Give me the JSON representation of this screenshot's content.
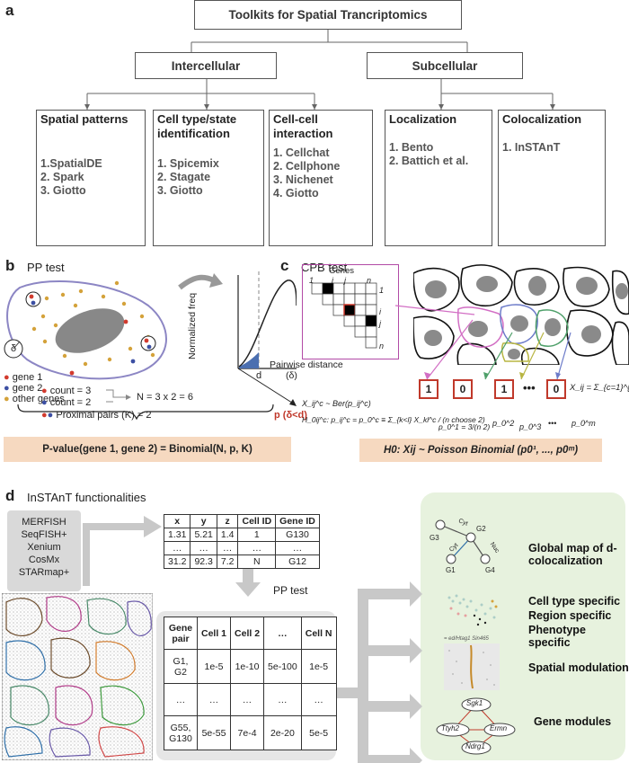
{
  "panel_a": {
    "letter": "a",
    "root": "Toolkits for Spatial Trancriptomics",
    "categories": [
      "Intercellular",
      "Subcellular"
    ],
    "columns": [
      {
        "title": [
          "Spatial patterns"
        ],
        "items": [
          "1.SpatialDE",
          "2. Spark",
          "3. Giotto"
        ]
      },
      {
        "title": [
          "Cell type/state",
          "identification"
        ],
        "items": [
          "1. Spicemix",
          "2. Stagate",
          "3. Giotto"
        ]
      },
      {
        "title": [
          "Cell-cell",
          "interaction"
        ],
        "items": [
          "1. Cellchat",
          "2. Cellphone",
          "3. Nichenet",
          "4. Giotto"
        ]
      },
      {
        "title": [
          "Localization"
        ],
        "items": [
          "1. Bento",
          "2. Battich et al."
        ]
      },
      {
        "title": [
          "Colocalization"
        ],
        "items": [
          "1. InSTAnT"
        ]
      }
    ]
  },
  "panel_b": {
    "letter": "b",
    "title": "PP test",
    "delta": "δ",
    "legend": [
      "gene 1",
      "gene 2",
      "other genes"
    ],
    "count1": "count = 3",
    "count2": "count = 2",
    "n_eq": "N = 3 x 2 = 6",
    "pairs": "Proximal pairs (K) = 2",
    "ylabel": "Normalized freq",
    "xlabel": "Pairwise distance",
    "xlabel2": "(δ)",
    "d": "d",
    "prob": "p (δ<d)",
    "formula": "P-value(gene 1, gene 2) = Binomial(N, p, K)",
    "colors": {
      "gene1": "#d23b2e",
      "gene2": "#3c4fa3",
      "other": "#d4a23a",
      "cell": "#8c86c4",
      "nucleus": "#888888",
      "band": "#f6d9c0"
    }
  },
  "panel_c": {
    "letter": "c",
    "title": "CPB test",
    "genes": "Genes",
    "axis_top": [
      "1",
      "i",
      "j",
      "n"
    ],
    "axis_right": [
      "1",
      "i",
      "j",
      "n"
    ],
    "cells": [
      "1",
      "0",
      "1",
      "•••",
      "0"
    ],
    "sum": "X_ij = Σ_{c=1}^{m} X_ij^c",
    "ber": "X_ij^c ~ Ber(p_ij^c)",
    "h0c": "H_0ij^c: p_ij^c = p_0^c ≡ Σ_{k<l} X_kl^c / (n choose 2)",
    "probs": [
      "p_0^1 = 3/(n 2)",
      "p_0^2",
      "p_0^3",
      "•••",
      "p_0^m"
    ],
    "formula": "H0: Xij ~ Poisson Binomial (p0¹, ..., p0ᵐ)"
  },
  "panel_d": {
    "letter": "d",
    "title": "InSTAnT functionalities",
    "platforms": [
      "MERFISH",
      "SeqFISH+",
      "Xenium",
      "CosMx",
      "STARmap+"
    ],
    "input_table": {
      "headers": [
        "x",
        "y",
        "z",
        "Cell ID",
        "Gene ID"
      ],
      "rows": [
        [
          "1.31",
          "5.21",
          "1.4",
          "1",
          "G130"
        ],
        [
          "…",
          "…",
          "…",
          "…",
          "…"
        ],
        [
          "31.2",
          "92.3",
          "7.2",
          "N",
          "G12"
        ]
      ]
    },
    "pp_test": "PP test",
    "output_table": {
      "headers": [
        "Gene pair",
        "Cell 1",
        "Cell 2",
        "…",
        "Cell N"
      ],
      "rows": [
        [
          "G1, G2",
          "1e-5",
          "1e-10",
          "5e-100",
          "1e-5"
        ],
        [
          "…",
          "…",
          "…",
          "…",
          "…"
        ],
        [
          "G55, G130",
          "5e-55",
          "7e-4",
          "2e-20",
          "5e-5"
        ]
      ]
    },
    "network_nodes": [
      "G3",
      "G2",
      "G1",
      "G4"
    ],
    "network_edges": [
      "Cyt",
      "Cyt",
      "Nuc"
    ],
    "functions": [
      "Global map of d-colocalization",
      "Cell type specific",
      "Region specific",
      "Phenotype specific",
      "Spatial modulation",
      "Gene modules"
    ],
    "umap_caption": "= ed/Htag1 Sin465",
    "module_genes": [
      "Sgk1",
      "Ttyh2",
      "Ermn",
      "Ndrg1"
    ]
  }
}
